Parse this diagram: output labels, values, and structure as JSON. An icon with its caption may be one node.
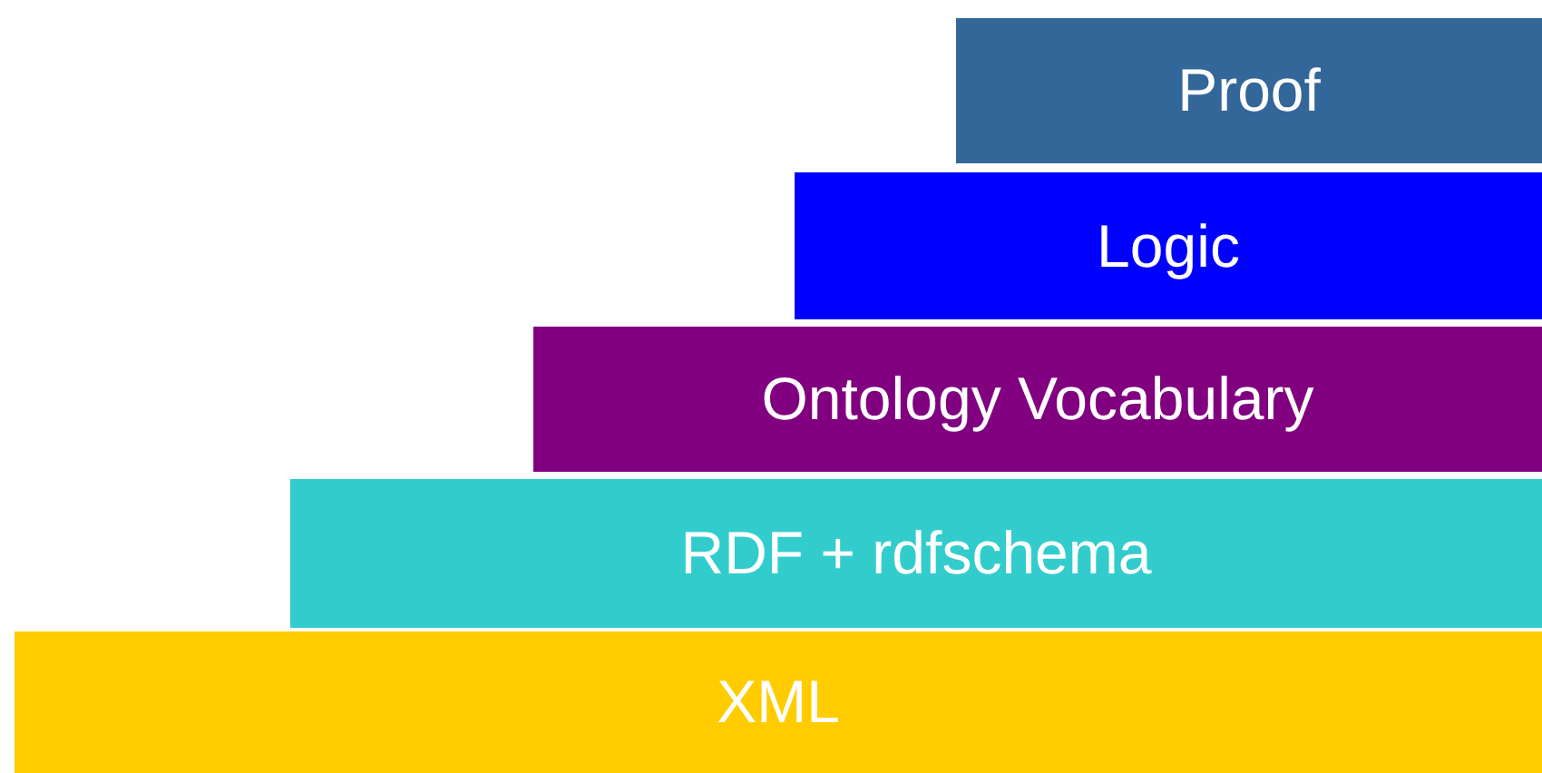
{
  "diagram": {
    "nodes": [
      {
        "text": [
          "Proof"
        ]
      },
      {
        "text": [
          "Logic"
        ]
      },
      {
        "text": [
          "Ontology Vocabulary"
        ]
      },
      {
        "text": [
          "RDF + rdfschema"
        ]
      },
      {
        "text": [
          "XML"
        ]
      }
    ]
  }
}
